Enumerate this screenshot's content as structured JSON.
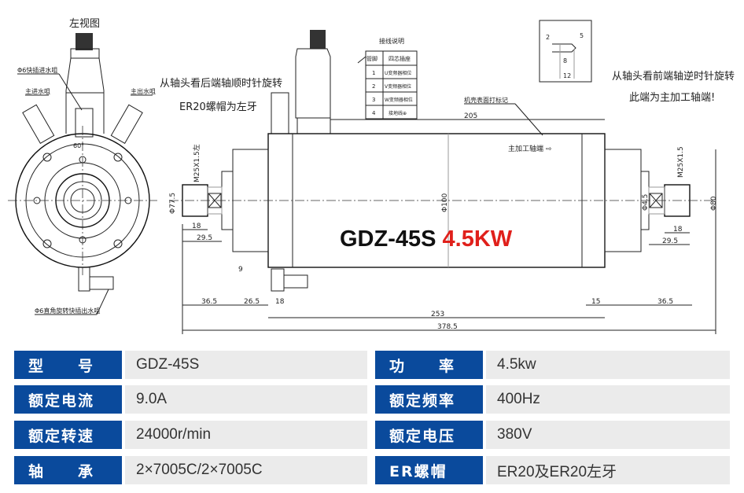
{
  "drawing": {
    "left_view_title": "左视图",
    "labels": {
      "quick_in": "Φ6快插进水咀",
      "main_in": "主进水咀",
      "main_out": "主出水咀",
      "angle_out": "Φ6直角旋转快插出水咀",
      "angle": "60°",
      "rear_note_1": "从轴头看后端轴顺时针旋转",
      "rear_note_2": "ER20螺帽为左牙",
      "front_note_1": "从轴头看前端轴逆时针旋转",
      "front_note_2": "此端为主加工轴端!",
      "marking": "机壳表面打标记",
      "main_end": "主加工轴端 ⇨"
    },
    "wiring": {
      "title": "接线说明",
      "headers": [
        "管脚",
        "四芯插座"
      ],
      "rows": [
        [
          "1",
          "U变频器相位"
        ],
        [
          "2",
          "V变频器相位"
        ],
        [
          "3",
          "W变频器相位"
        ],
        [
          "4",
          "接地线⊕"
        ]
      ]
    },
    "keyway": {
      "d1": "2",
      "d2": "5",
      "d3": "8",
      "d4": "12"
    },
    "dims": {
      "d205": "205",
      "d253": "253",
      "d378": "378.5",
      "m25l": "M25X1.5左",
      "m25r": "M25X1.5",
      "phi775": "Φ77.5",
      "phi100": "Φ100",
      "phi45": "Φ4.5",
      "phi80": "Φ80",
      "l18": "18",
      "l295": "29.5",
      "r18": "18",
      "r295": "29.5",
      "d9": "9",
      "d365l": "36.5",
      "d265": "26.5",
      "d18b": "18",
      "d15": "15",
      "d365r": "36.5"
    },
    "model": "GDZ-45S",
    "power": "4.5KW"
  },
  "specs": {
    "left": [
      {
        "label": "型　　号",
        "value": "GDZ-45S"
      },
      {
        "label": "额定电流",
        "value": "9.0A"
      },
      {
        "label": "额定转速",
        "value": "24000r/min"
      },
      {
        "label": "轴　　承",
        "value": "2×7005C/2×7005C"
      }
    ],
    "right": [
      {
        "label": "功　　率",
        "value": "4.5kw"
      },
      {
        "label": "额定频率",
        "value": "400Hz"
      },
      {
        "label": "额定电压",
        "value": "380V"
      },
      {
        "label": "ER螺帽",
        "value": "ER20及ER20左牙"
      }
    ]
  },
  "colors": {
    "label_bg": "#0a4a9c",
    "value_bg": "#ebebeb",
    "accent_red": "#e0201b"
  }
}
